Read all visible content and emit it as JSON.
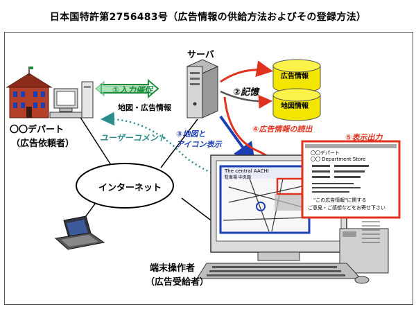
{
  "title": "日本国特許第2756483号（広告情報の供給方法およびその登録方法）",
  "nodes": {
    "server": "サーバ",
    "internet": "インターネット",
    "store_line1": "〇〇デパート",
    "store_line2": "（広告依頼者）",
    "terminal_line1": "端末操作者",
    "terminal_line2": "（広告受給者）",
    "db_ad": "広告情報",
    "db_map": "地図情報"
  },
  "steps": {
    "s1": "①入力催促",
    "s1_sub": "地図・広告情報",
    "s2": "②記憶",
    "s3_line1": "③地図と",
    "s3_line2": "アイコン表示",
    "s4": "④広告情報の読出",
    "s5": "⑤表示出力",
    "user_comment": "ユーザーコメント"
  },
  "screen_popup": {
    "line1": "〇〇デパート",
    "line2": "〇〇 Department Store",
    "footer1": "\"この広告情報\"に関する",
    "footer2": "ご意見・ご感想などをお寄せ下さい"
  },
  "map_screen": {
    "heading": "The central AACHI",
    "sub": "駐車場 中央図"
  },
  "colors": {
    "red": "#e0321e",
    "blue": "#1d3fb5",
    "green": "#1a8c3a",
    "teal": "#2d8c8c",
    "db_yellow": "#f2e600"
  }
}
